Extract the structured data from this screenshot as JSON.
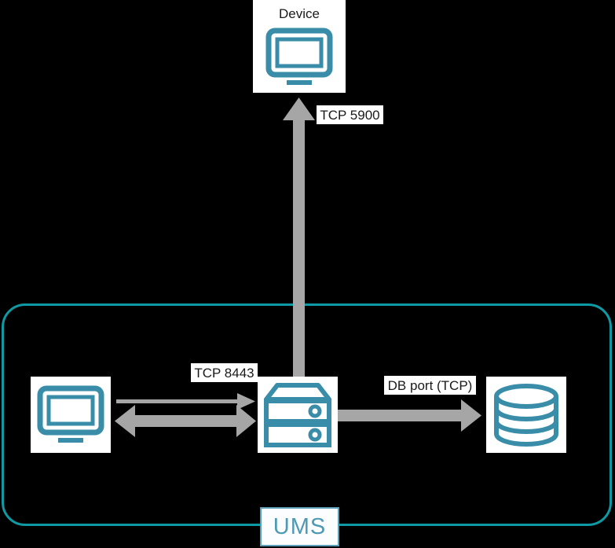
{
  "diagram": {
    "title_label": "Device",
    "boundary_label": "UMS",
    "nodes": [
      {
        "id": "device",
        "name": "device-monitor-icon",
        "icon": "monitor-icon",
        "label": "Device"
      },
      {
        "id": "client",
        "name": "client-monitor-icon",
        "icon": "monitor-icon",
        "label": ""
      },
      {
        "id": "server",
        "name": "ums-server-icon",
        "icon": "server-icon",
        "label": ""
      },
      {
        "id": "database",
        "name": "database-icon",
        "icon": "database-icon",
        "label": ""
      }
    ],
    "connections": [
      {
        "id": "client-to-server",
        "label": "TCP 8443",
        "style": "bidirectional"
      },
      {
        "id": "server-to-device",
        "label": "TCP 5900",
        "style": "single-up"
      },
      {
        "id": "server-to-db",
        "label": "DB port (TCP)",
        "style": "single-right"
      }
    ],
    "labels": {
      "device": "Device",
      "tcp_5900": "TCP 5900",
      "tcp_8443": "TCP 8443",
      "db_port": "DB port (TCP)",
      "ums": "UMS"
    },
    "colors": {
      "background": "#000000",
      "boundary_stroke": "#0d9aa5",
      "icon_teal": "#3a8da8",
      "arrow_gray": "#a6a6a6",
      "label_background": "#ffffff",
      "label_text": "#1a1a1a",
      "ums_text": "#4e99b5"
    }
  }
}
